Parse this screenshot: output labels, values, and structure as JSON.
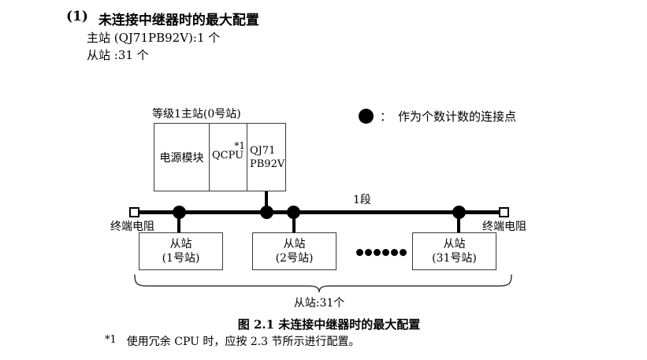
{
  "header": {
    "title_number": "(1)",
    "title": "未连接中继器时的最大配置",
    "master_line": "主站 (QJ71PB92V):1 个",
    "slave_line": "从站 :31 个"
  },
  "diagram": {
    "master_label": "等级1主站(0号站)",
    "master_cells": {
      "power": "电源模块",
      "cpu": "QCPU",
      "cpu_note": "*1",
      "pb_line1": "QJ71",
      "pb_line2": "PB92V"
    },
    "legend": {
      "colon": "：",
      "label": "作为个数计数的连接点"
    },
    "segment_label": "1段",
    "terminator_left_label": "终端电阻",
    "terminator_right_label": "终端电阻",
    "slaves": [
      {
        "line1": "从站",
        "line2": "(1号站)"
      },
      {
        "line1": "从站",
        "line2": "(2号站)"
      },
      {
        "line1": "从站",
        "line2": "(31号站)"
      }
    ],
    "brace_label": "从站:31个"
  },
  "caption": "图 2.1 未连接中继器时的最大配置",
  "footnote": {
    "marker": "*1",
    "text": "使用冗余 CPU 时，应按 2.3 节所示进行配置。"
  },
  "colors": {
    "line": "#000000",
    "box_border": "#3a3a3a",
    "text": "#000000",
    "background": "#ffffff"
  }
}
